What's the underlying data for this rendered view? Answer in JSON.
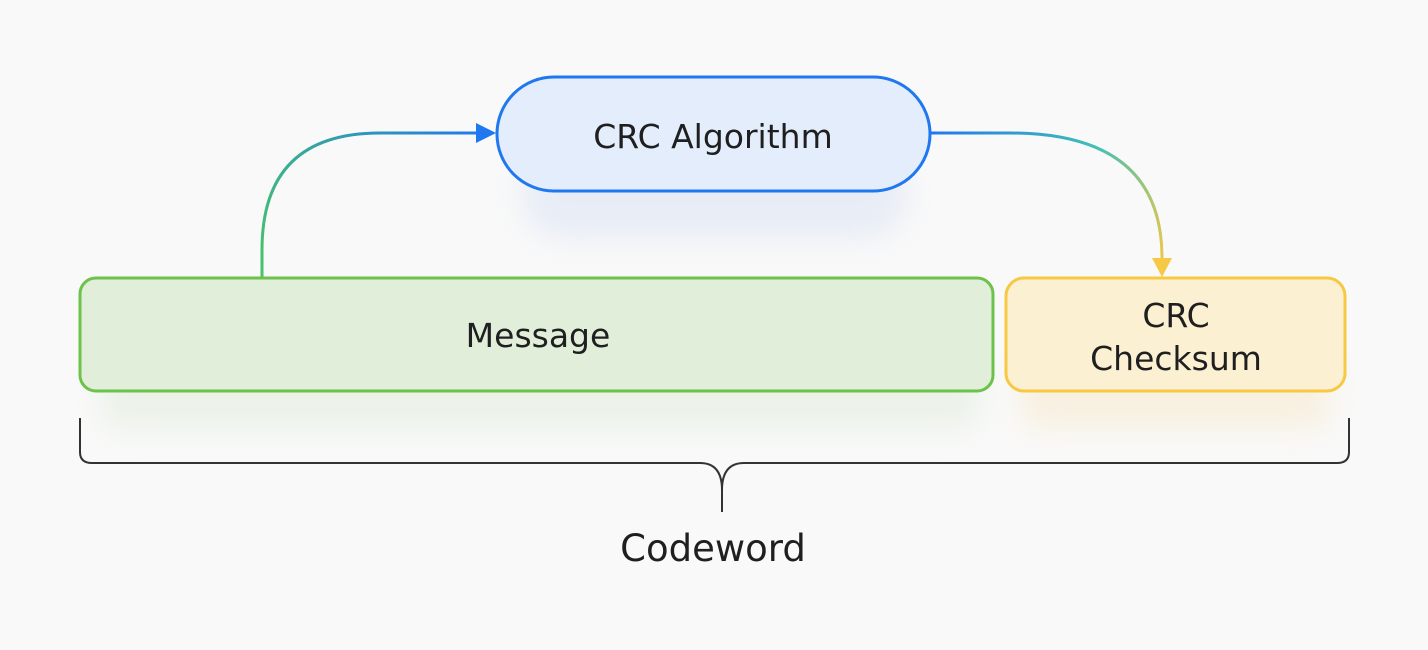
{
  "diagram": {
    "nodes": {
      "algorithm": {
        "label": "CRC Algorithm",
        "fill": "#e3edfb",
        "stroke": "#1f78f0"
      },
      "message": {
        "label": "Message",
        "fill": "#e0eeda",
        "stroke": "#6cc24a"
      },
      "checksum": {
        "label_line1": "CRC",
        "label_line2": "Checksum",
        "fill": "#fcf0d2",
        "stroke": "#f7c843"
      }
    },
    "bracket": {
      "label": "Codeword",
      "stroke": "#333333"
    },
    "edges": [
      {
        "from": "message",
        "to": "algorithm",
        "color_start": "#48c36a",
        "color_end": "#1f78f0"
      },
      {
        "from": "algorithm",
        "to": "checksum",
        "color_start": "#1f78f0",
        "color_end": "#f7c843"
      }
    ],
    "background": "#f9f9f9"
  }
}
